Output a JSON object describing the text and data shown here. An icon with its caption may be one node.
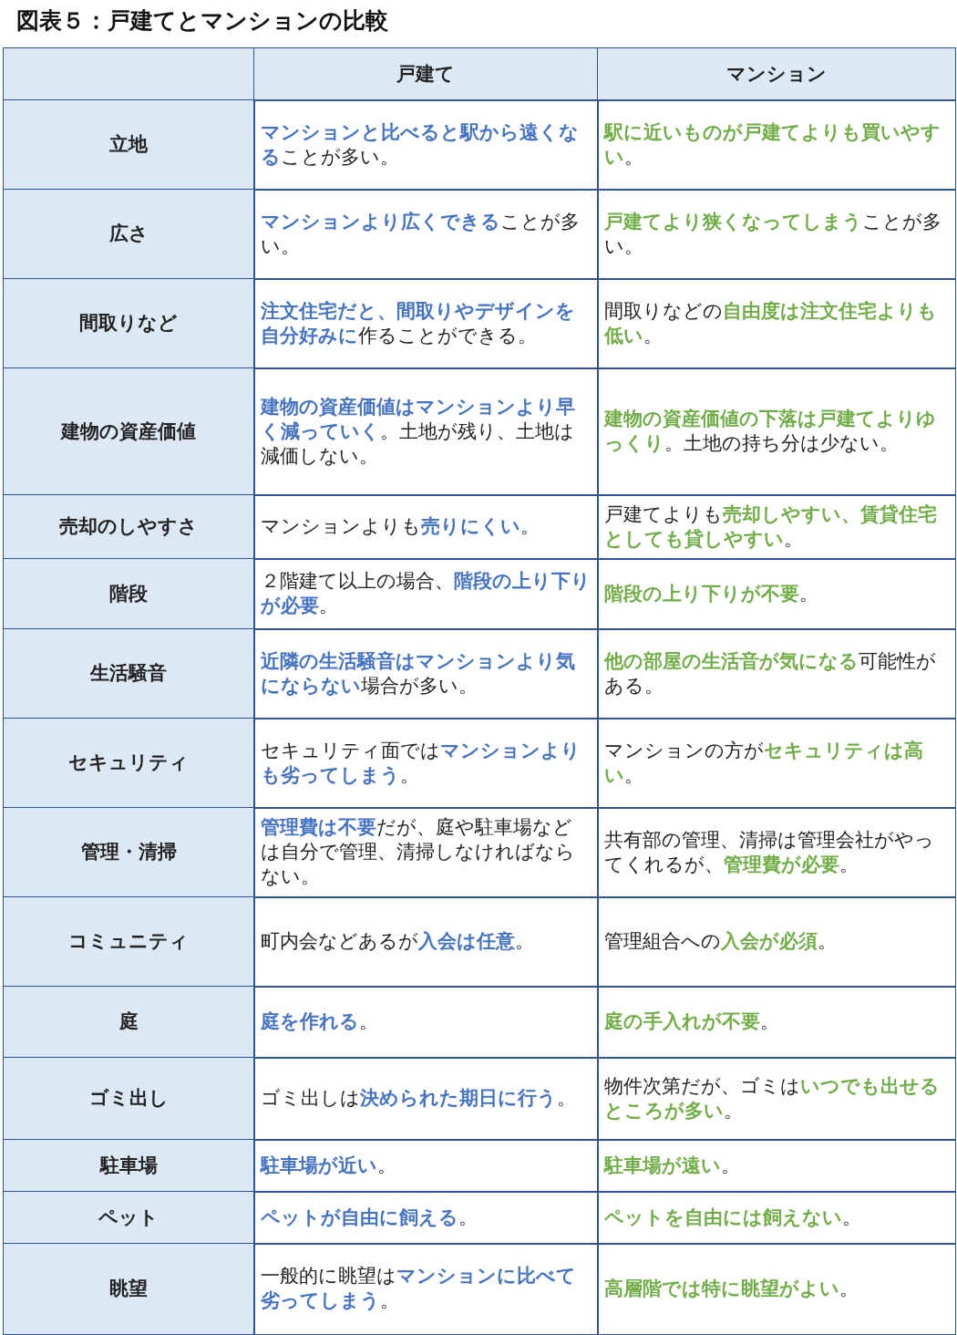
{
  "diagram": {
    "title": "図表５：戸建てとマンションの比較",
    "labels": [
      "戸建て",
      "マンション",
      "立地",
      "**マンションと比べると駅から遠くなる**ことが多い。",
      "**駅に近いものが戸建てよりも買いやすい**。",
      "広さ",
      "**マンションより広くできる**ことが多い。",
      "**戸建てより狭くなってしまう**ことが多い。",
      "間取りなど",
      "**注文住宅だと、間取りやデザインを自分好みに**作ることができる。",
      "間取りなどの**自由度は注文住宅よりも低い**。",
      "建物の資産価値",
      "**建物の資産価値はマンションより早く減っていく**。土地が残り、土地は減価しない。",
      "**建物の資産価値の下落は戸建てよりゆっくり**。土地の持ち分は少ない。",
      "売却のしやすさ",
      "マンションよりも**売りにくい**。",
      "戸建てよりも**売却しやすい、賃貸住宅としても貸しやすい**。",
      "階段",
      "２階建て以上の場合、**階段の上り下りが必要**。",
      "**階段の上り下りが不要**。",
      "生活騒音",
      "**近隣の生活騒音はマンションより気にならない**場合が多い。",
      "**他の部屋の生活音が気になる**可能性がある。",
      "セキュリティ",
      "セキュリティ面では**マンションよりも劣ってしまう**。",
      "マンションの方が**セキュリティは高い**。",
      "管理・清掃",
      "**管理費は不要**だが、庭や駐車場などは自分で管理、清掃しなければならない。",
      "共有部の管理、清掃は管理会社がやってくれるが、**管理費が必要**。",
      "コミュニティ",
      "町内会などあるが**入会は任意**。",
      "管理組合への**入会が必須**。",
      "庭",
      "**庭を作れる**。",
      "**庭の手入れが不要**。",
      "ゴミ出し",
      "ゴミ出しは**決められた期日に行う**。",
      "物件次第だが、ゴミは**いつでも出せるところが多い**。",
      "駐車場",
      "**駐車場が近い**。",
      "**駐車場が遠い**。",
      "ペット",
      "**ペットが自由に飼える**。",
      "**ペットを自由には飼えない**。",
      "眺望",
      "一般的に眺望は**マンションに比べて劣ってしまう**。",
      "**高層階では特に眺望がよい**。"
    ]
  }
}
